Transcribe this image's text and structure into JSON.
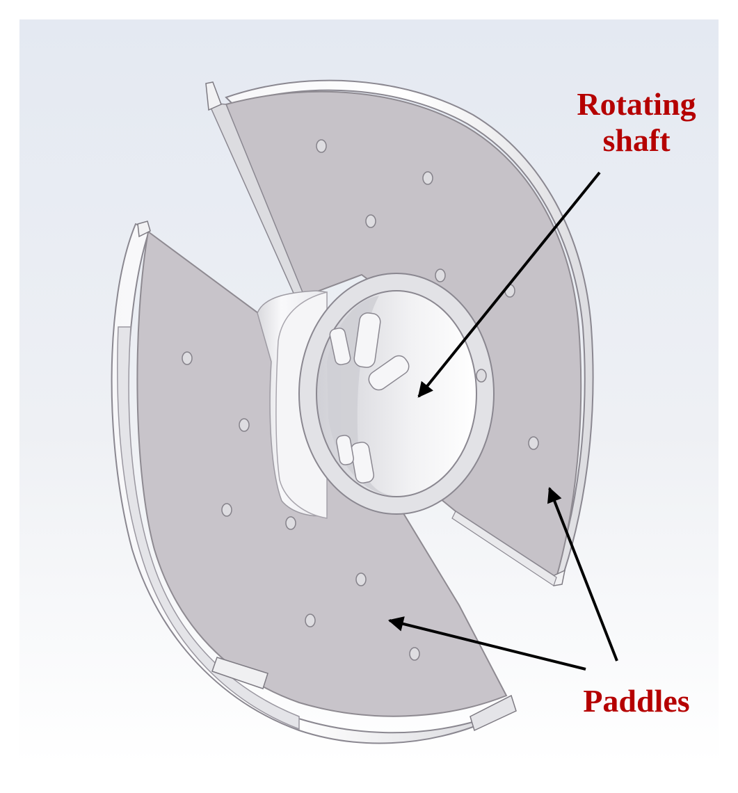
{
  "annotations": {
    "shaft_label_line1": "Rotating",
    "shaft_label_line2": "shaft",
    "paddles_label": "Paddles"
  },
  "colors": {
    "label_text": "#b50000",
    "arrow": "#000000",
    "paddle_face": "#c7c3c9",
    "paddle_edge": "#8e8a91",
    "rim": "#efeff2",
    "hub": "#f4f4f6",
    "background_top": "#e6ebf3",
    "background_bottom": "#ffffff"
  }
}
